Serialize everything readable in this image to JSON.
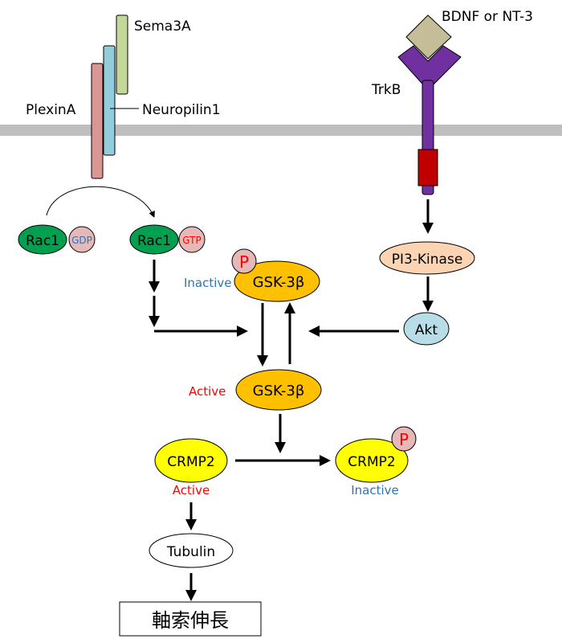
{
  "labels": {
    "sema3a": "Sema3A",
    "plexina": "PlexinA",
    "neuropilin1": "Neuropilin1",
    "bdnf": "BDNF or NT-3",
    "trkb": "TrkB",
    "rac1_gdp": "Rac1",
    "gdp": "GDP",
    "rac1_gtp": "Rac1",
    "gtp": "GTP",
    "gsk_inactive": "GSK-3β",
    "gsk_inactive_state": "Inactive",
    "gsk_active": "GSK-3β",
    "gsk_active_state": "Active",
    "p1": "P",
    "p2": "P",
    "pi3k": "PI3-Kinase",
    "akt": "Akt",
    "crmp2_active": "CRMP2",
    "crmp2_active_state": "Active",
    "crmp2_inactive": "CRMP2",
    "crmp2_inactive_state": "Inactive",
    "tubulin": "Tubulin",
    "outcome": "軸索伸長"
  },
  "colors": {
    "membrane": "#bfbfbf",
    "sema3a": "#c4d79b",
    "neuropilin1": "#92cddc",
    "plexina": "#da9694",
    "bdnf": "#c4bd97",
    "trkb": "#7030a0",
    "kinase_domain": "#c00000",
    "rac1": "#00a050",
    "gtp_gdp_ball": "#e6b9b8",
    "gsk": "#ffc000",
    "pi3k": "#fbd4b4",
    "akt": "#b7dde8",
    "crmp2": "#ffff00",
    "active_text": "#ff0000",
    "inactive_text": "#2e75b6"
  }
}
